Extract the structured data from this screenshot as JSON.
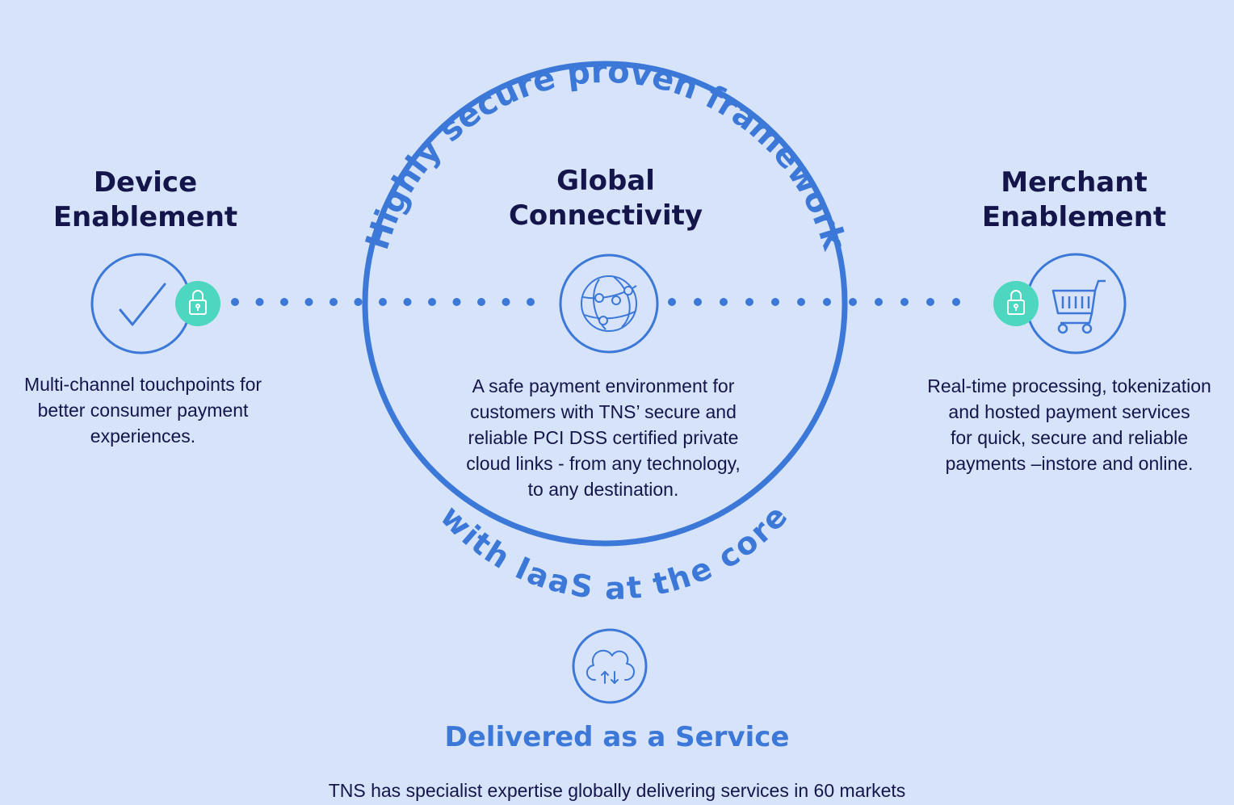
{
  "arc_text": {
    "top": "Highly secure proven framework",
    "bottom": "with IaaS at the core"
  },
  "left": {
    "title_line1": "Device",
    "title_line2": "Enablement",
    "desc": [
      "Multi-channel touchpoints for",
      "better consumer payment",
      "experiences."
    ],
    "icon": "checkmark-icon",
    "badge_icon": "lock-icon"
  },
  "center": {
    "title_line1": "Global",
    "title_line2": "Connectivity",
    "desc": [
      "A safe payment environment for",
      "customers with TNS’ secure and",
      "reliable PCI DSS certified private",
      "cloud links - from any technology,",
      "to any destination."
    ],
    "icon": "globe-network-icon"
  },
  "right": {
    "title_line1": "Merchant",
    "title_line2": "Enablement",
    "desc": [
      "Real-time processing, tokenization",
      "and hosted payment services",
      "for quick, secure and reliable",
      "payments –instore and online."
    ],
    "icon": "shopping-cart-icon",
    "badge_icon": "lock-icon"
  },
  "service": {
    "title": "Delivered as a Service",
    "desc": "TNS has specialist expertise globally delivering services in 60 markets",
    "icon": "cloud-transfer-icon"
  },
  "colors": {
    "background": "#d7e3f8",
    "accent_blue": "#3b78d8",
    "teal_badge": "#4dd6c0",
    "navy_text": "#14154a"
  }
}
